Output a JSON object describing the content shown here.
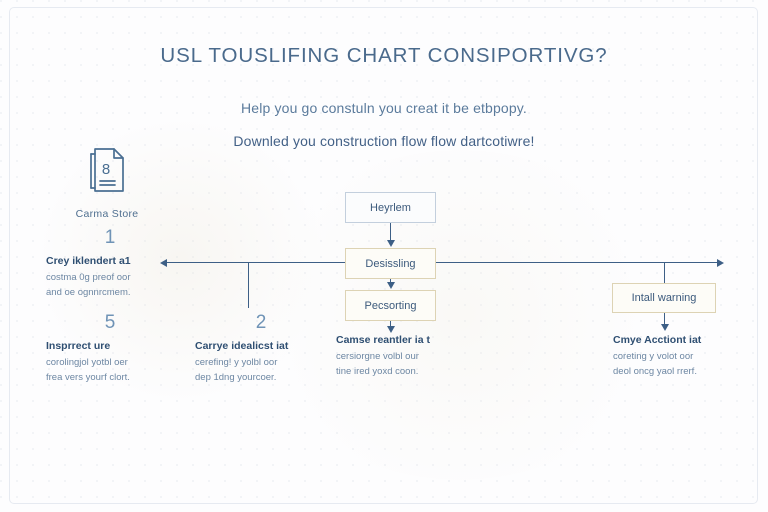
{
  "page": {
    "title": "USL TOUSLIFING CHART CONSIPORTIVG?",
    "subtitle_line1": "Help you go constuln you creat it be etbpopy.",
    "subtitle_line2": "Downled you construction flow flow dartcotiwre!"
  },
  "icon_block": {
    "icon": "document-file-icon",
    "badge": "8",
    "caption": "Carma Store"
  },
  "flow_boxes": [
    {
      "id": "top",
      "label": "Heyrlem",
      "border_color": "#c3cfdd"
    },
    {
      "id": "mid",
      "label": "Desissling",
      "border_color": "#ddd3b4"
    },
    {
      "id": "third",
      "label": "Pecsorting",
      "border_color": "#ddd3b4"
    },
    {
      "id": "right",
      "label": "Intall warning",
      "border_color": "#ddd3b4"
    }
  ],
  "steps": [
    {
      "number": "1",
      "heading": "Crey iklendert a1",
      "body_line1": "costma 0g preof oor",
      "body_line2": "and oe ognnrcmem."
    },
    {
      "number": "5",
      "heading": "Insprrect ure",
      "body_line1": "corolingjol yotbl oer",
      "body_line2": "frea vers yourf clort."
    },
    {
      "number": "2",
      "heading": "Carrye idealicst iat",
      "body_line1": "cerefing! y yolbl oor",
      "body_line2": "dep 1dng yourcoer."
    },
    {
      "number": "",
      "heading": "Camse reantler ia t",
      "body_line1": "cersiorgne volbl our",
      "body_line2": "tine ired yoxd coon."
    },
    {
      "number": "",
      "heading": "Cmye Acctiont iat",
      "body_line1": "coreting y volot oor",
      "body_line2": "deol oncg yaol rrerf."
    }
  ],
  "colors": {
    "background": "#fdfdfe",
    "title_text": "#4a6a8c",
    "subtitle_text": "#5b7b9c",
    "connector": "#3d5f86",
    "box_border_grey": "#c3cfdd",
    "box_border_tan": "#ddd3b4",
    "step_number": "#6f93b6",
    "step_heading": "#2f4f72",
    "step_body": "#6d87a3"
  }
}
